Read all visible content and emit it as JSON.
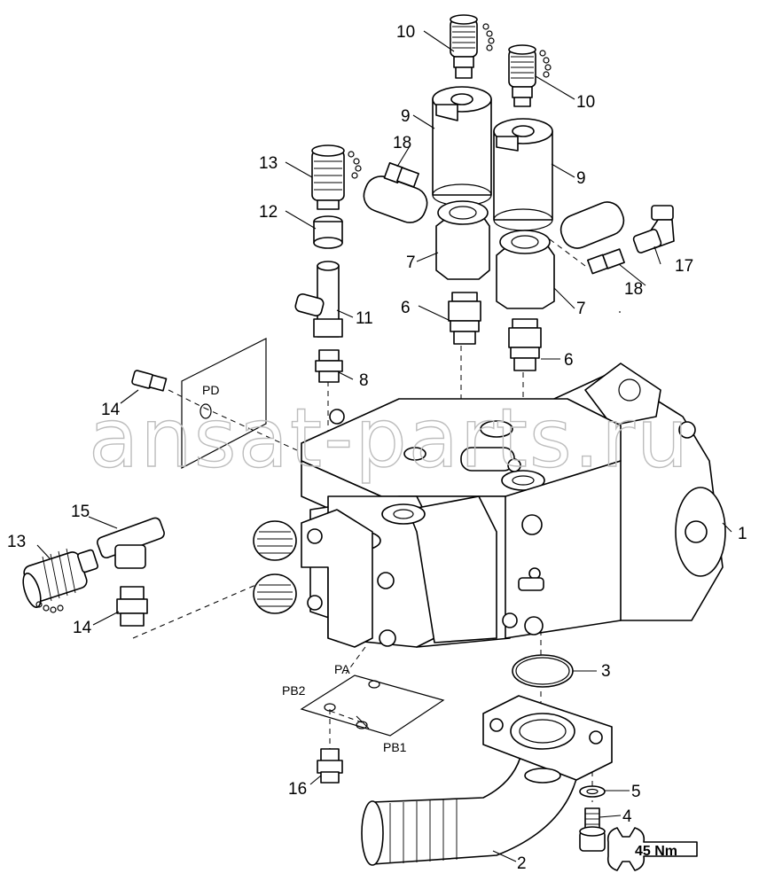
{
  "watermark": "ansat-parts.ru",
  "torque_label": "45 Nm",
  "port_labels": {
    "pd": "PD",
    "pa": "PA",
    "pb1": "PB1",
    "pb2": "PB2"
  },
  "callouts": {
    "c1": "1",
    "c2": "2",
    "c3": "3",
    "c4": "4",
    "c5": "5",
    "c6a": "6",
    "c6b": "6",
    "c7a": "7",
    "c7b": "7",
    "c8": "8",
    "c9a": "9",
    "c9b": "9",
    "c10a": "10",
    "c10b": "10",
    "c11": "11",
    "c12": "12",
    "c13a": "13",
    "c13b": "13",
    "c14a": "14",
    "c14b": "14",
    "c15": "15",
    "c16": "16",
    "c17": "17",
    "c18a": "18",
    "c18b": "18"
  }
}
